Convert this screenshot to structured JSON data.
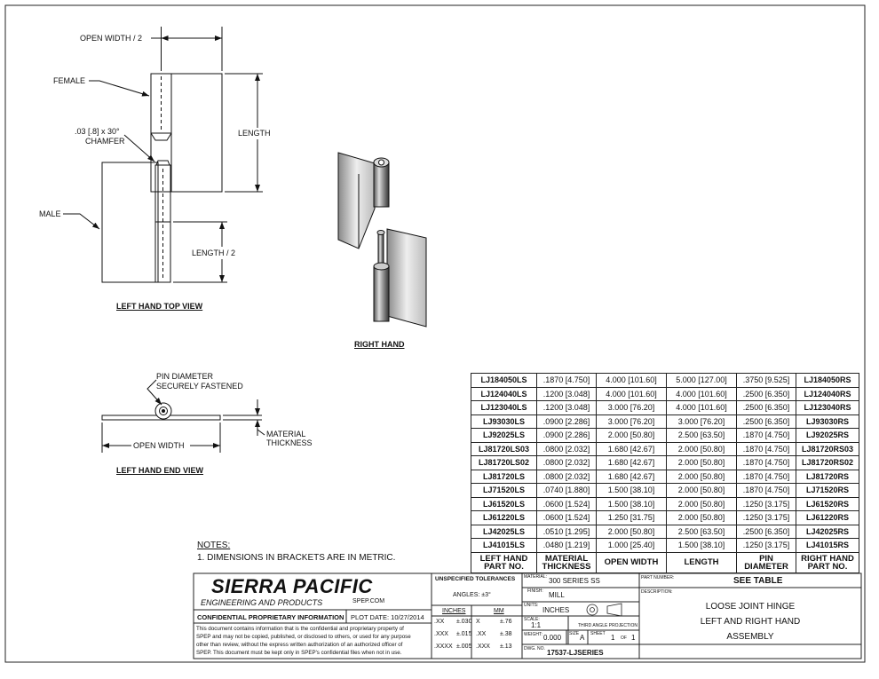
{
  "top_view": {
    "title": "LEFT HAND TOP VIEW",
    "open_width_half": "OPEN WIDTH / 2",
    "female": "FEMALE",
    "chamfer_line1": ".03 [.8] x 30°",
    "chamfer_line2": "CHAMFER",
    "male": "MALE",
    "length": "LENGTH",
    "length_half": "LENGTH / 2"
  },
  "right_hand": {
    "title": "RIGHT HAND"
  },
  "end_view": {
    "title": "LEFT HAND END VIEW",
    "pin_line1": "PIN DIAMETER",
    "pin_line2": "SECURELY FASTENED",
    "open_width": "OPEN WIDTH",
    "material_line1": "MATERIAL",
    "material_line2": "THICKNESS"
  },
  "notes": {
    "title": "NOTES:",
    "items": [
      "1.   DIMENSIONS IN BRACKETS ARE IN METRIC."
    ]
  },
  "table": {
    "rows": [
      [
        "LJ184050LS",
        ".1870 [4.750]",
        "4.000 [101.60]",
        "5.000 [127.00]",
        ".3750 [9.525]",
        "LJ184050RS"
      ],
      [
        "LJ124040LS",
        ".1200 [3.048]",
        "4.000 [101.60]",
        "4.000 [101.60]",
        ".2500 [6.350]",
        "LJ124040RS"
      ],
      [
        "LJ123040LS",
        ".1200 [3.048]",
        "3.000 [76.20]",
        "4.000 [101.60]",
        ".2500 [6.350]",
        "LJ123040RS"
      ],
      [
        "LJ93030LS",
        ".0900 [2.286]",
        "3.000 [76.20]",
        "3.000 [76.20]",
        ".2500 [6.350]",
        "LJ93030RS"
      ],
      [
        "LJ92025LS",
        ".0900 [2.286]",
        "2.000 [50.80]",
        "2.500 [63.50]",
        ".1870 [4.750]",
        "LJ92025RS"
      ],
      [
        "LJ81720LS03",
        ".0800 [2.032]",
        "1.680 [42.67]",
        "2.000 [50.80]",
        ".1870 [4.750]",
        "LJ81720RS03"
      ],
      [
        "LJ81720LS02",
        ".0800 [2.032]",
        "1.680 [42.67]",
        "2.000 [50.80]",
        ".1870 [4.750]",
        "LJ81720RS02"
      ],
      [
        "LJ81720LS",
        ".0800 [2.032]",
        "1.680 [42.67]",
        "2.000 [50.80]",
        ".1870 [4.750]",
        "LJ81720RS"
      ],
      [
        "LJ71520LS",
        ".0740 [1.880]",
        "1.500 [38.10]",
        "2.000 [50.80]",
        ".1870 [4.750]",
        "LJ71520RS"
      ],
      [
        "LJ61520LS",
        ".0600 [1.524]",
        "1.500 [38.10]",
        "2.000 [50.80]",
        ".1250 [3.175]",
        "LJ61520RS"
      ],
      [
        "LJ61220LS",
        ".0600 [1.524]",
        "1.250 [31.75]",
        "2.000 [50.80]",
        ".1250 [3.175]",
        "LJ61220RS"
      ],
      [
        "LJ42025LS",
        ".0510 [1.295]",
        "2.000 [50.80]",
        "2.500 [63.50]",
        ".2500 [6.350]",
        "LJ42025RS"
      ],
      [
        "LJ41015LS",
        ".0480 [1.219]",
        "1.000 [25.40]",
        "1.500 [38.10]",
        ".1250 [3.175]",
        "LJ41015RS"
      ]
    ],
    "headers": [
      [
        "LEFT HAND",
        "PART NO."
      ],
      [
        "MATERIAL",
        "THICKNESS"
      ],
      [
        "OPEN WIDTH",
        ""
      ],
      [
        "LENGTH",
        ""
      ],
      [
        "PIN",
        "DIAMETER"
      ],
      [
        "RIGHT HAND",
        "PART NO."
      ]
    ]
  },
  "title_block": {
    "company": "SIERRA PACIFIC",
    "company_sub": "ENGINEERING AND PRODUCTS",
    "website": "SPEP.COM",
    "confidential": "CONFIDENTIAL PROPRIETARY INFORMATION",
    "plot_date": "PLOT DATE: 10/27/2014",
    "disclaimer": [
      "This document contains information that is the confidential and proprietary property of",
      "SPEP and may not be copied, published, or disclosed to others, or used for any purpose",
      "other than review, without the express written authorization of an authorized officer of",
      "SPEP. This document must be kept only in SPEP's confidential files when not in use."
    ],
    "tolerances_title": "UNSPECIFIED TOLERANCES",
    "angles": "ANGLES: ±3°",
    "inches_label": "INCHES",
    "mm_label": "MM",
    "tol_inch": [
      [
        ".XX",
        "±.030"
      ],
      [
        ".XXX",
        "±.015"
      ],
      [
        ".XXXX",
        "±.005"
      ]
    ],
    "tol_mm": [
      [
        "X",
        "±.76"
      ],
      [
        ".XX",
        "±.38"
      ],
      [
        ".XXX",
        "±.13"
      ]
    ],
    "material_label": "MATERIAL:",
    "material": "300 SERIES SS",
    "finish_label": "FINISH:",
    "finish": "MILL",
    "units_label": "UNITS:",
    "units": "INCHES",
    "scale_label": "SCALE:",
    "scale": "1:1",
    "projection": "THIRD ANGLE PROJECTION",
    "weight_label": "WEIGHT:",
    "weight": "0.000",
    "size_label": "SIZE",
    "size": "A",
    "sheet_label": "SHEET",
    "sheet_num": "1",
    "of_label": "OF",
    "sheet_total": "1",
    "dwg_label": "DWG. NO.",
    "dwg_no": "17537-LJSERIES",
    "part_number_label": "PART NUMBER:",
    "part_number": "SEE TABLE",
    "description_label": "DESCRIPTION:",
    "description": [
      "LOOSE JOINT HINGE",
      "LEFT  AND RIGHT HAND",
      "ASSEMBLY"
    ]
  }
}
